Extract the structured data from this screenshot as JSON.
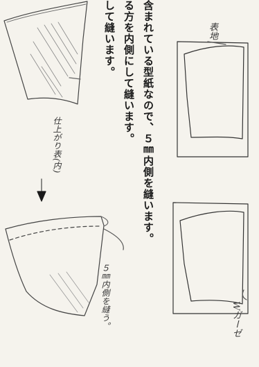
{
  "instructions": {
    "line1": "含まれている型紙なので、５㎜内側を縫います。",
    "line2": "る方を内側にして縫います。",
    "line3": "して縫います。"
  },
  "labels": {
    "omote": "表地",
    "wgauze": "Wガーゼ",
    "seam": "５㎜内側を縫う。",
    "inner": "仕上がり表(内)"
  },
  "arrow_glyph": "▼"
}
